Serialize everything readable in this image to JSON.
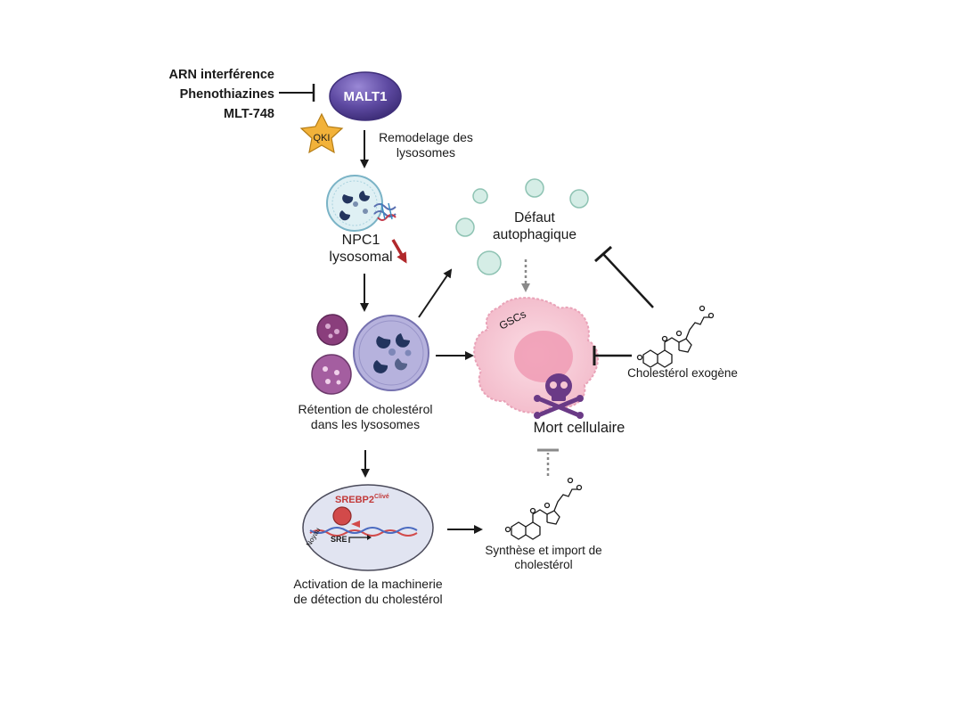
{
  "inhibitors": [
    "ARN interférence",
    "Phenothiazines",
    "MLT-748"
  ],
  "nodes": {
    "malt1": "MALT1",
    "qki": "QKI",
    "gscs": "GSCs",
    "srebp2_base": "SREBP2",
    "srebp2_sup": "Clivé",
    "sre": "SRE",
    "noyau": "Noyau"
  },
  "labels": {
    "remodelage": "Remodelage des lysosomes",
    "npc1": "NPC1 lysosomal",
    "defaut": "Défaut autophagique",
    "retention": "Rétention de cholestérol dans les lysosomes",
    "exogene": "Cholestérol exogène",
    "mort": "Mort cellulaire",
    "synthese": "Synthèse et import de cholestérol",
    "activation": "Activation de la machinerie de détection du cholestérol"
  },
  "colors": {
    "malt1": "#5b4a9e",
    "qki": "#f2b23a",
    "vesicle": "#cfe9e2",
    "lysosome": "#b6b2dd",
    "gsc": "#f5c6d2",
    "skull": "#6a3a86",
    "red_arrow": "#b1282b",
    "nucleus": "#e1e4f1"
  }
}
